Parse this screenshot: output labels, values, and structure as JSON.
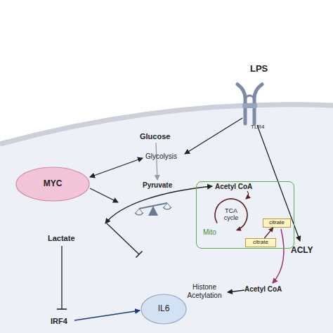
{
  "diagram": {
    "nodes": [
      {
        "text": [
          "MYC"
        ]
      },
      {
        "text": [
          "Acetyl CoA",
          "Mito"
        ]
      },
      {
        "text": [
          "TCA cycle"
        ],
        "in": 1
      },
      {
        "text": [
          "citrate"
        ],
        "in": 1
      },
      {
        "text": [
          "citrate"
        ]
      },
      {
        "text": [
          "IL6"
        ]
      }
    ],
    "edges": [
      {
        "from": 3,
        "to": 4,
        "arrow": "to"
      }
    ],
    "labels": [
      "LPS",
      "TLR4",
      "Glucose",
      "Glycolysis",
      "Pyruvate",
      "Lactate",
      "ACLY",
      "Acetyl CoA",
      "Histone Acetylation",
      "IRF4"
    ]
  }
}
